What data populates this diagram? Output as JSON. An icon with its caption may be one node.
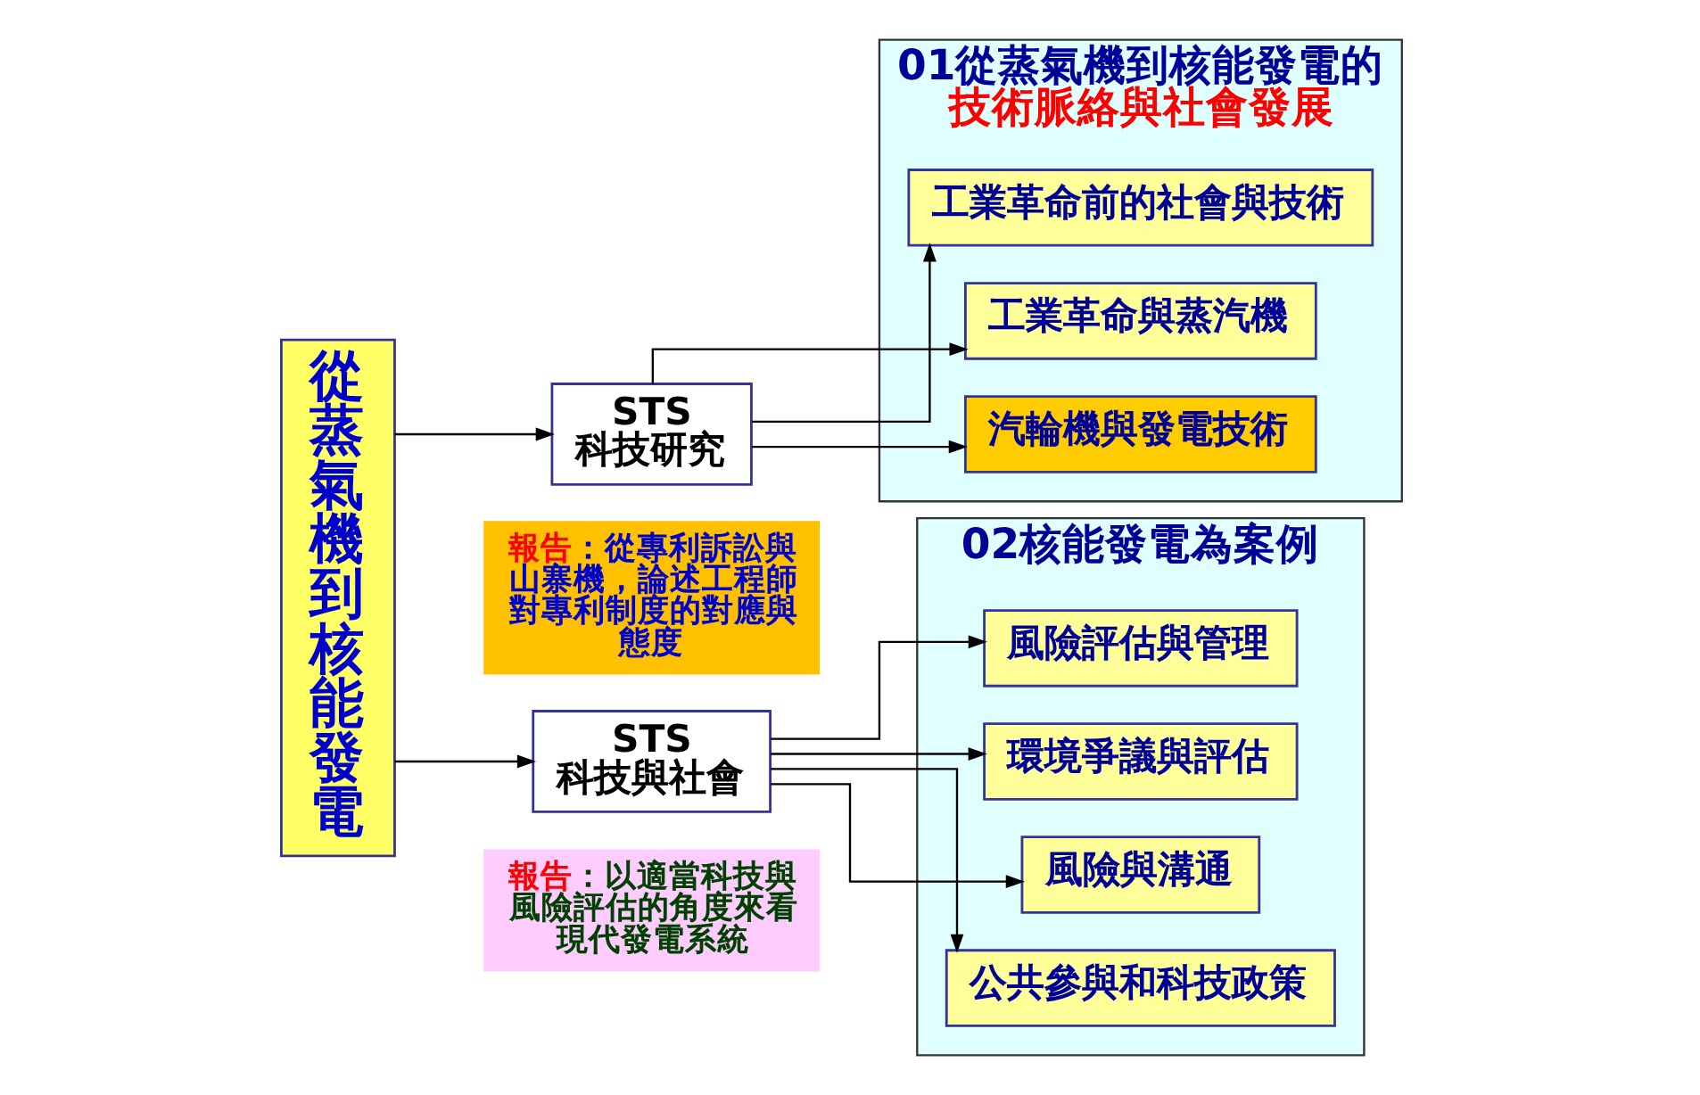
{
  "diagram": {
    "nodes": [
      {
        "text": [
          "從蒸氣機到核能發電"
        ]
      },
      {
        "text": [
          "STS 科技研究"
        ]
      },
      {
        "text": [
          "01從蒸氣機到核能發電的",
          "技術脈絡與社會發展"
        ]
      },
      {
        "text": [
          "工業革命前的社會與技術"
        ],
        "in": 2
      },
      {
        "text": [
          "工業革命與蒸汽機"
        ],
        "in": 2
      },
      {
        "text": [
          "汽輪機與發電技術"
        ],
        "in": 2
      },
      {
        "text": [
          "報告",
          "：從專利訴訟與山寨機，論述工程師對專利制度的對應與態度"
        ]
      },
      {
        "text": [
          "STS 科技與社會"
        ]
      },
      {
        "text": [
          "報告",
          "：以適當科技與風險評估的角度來看現代發電系統"
        ]
      },
      {
        "text": [
          "02核能發電為案例"
        ]
      },
      {
        "text": [
          "風險評估與管理"
        ],
        "in": 9
      },
      {
        "text": [
          "環境爭議與評估"
        ],
        "in": 9
      },
      {
        "text": [
          "風險與溝通"
        ],
        "in": 9
      },
      {
        "text": [
          "公共參與和科技政策"
        ],
        "in": 9
      }
    ],
    "edges": [
      {
        "from": 0,
        "to": 1,
        "arrow": "to"
      },
      {
        "from": 0,
        "to": 7,
        "arrow": "to"
      },
      {
        "from": 1,
        "to": 3,
        "arrow": "to"
      },
      {
        "from": 1,
        "to": 4,
        "arrow": "to"
      },
      {
        "from": 1,
        "to": 5,
        "arrow": "to"
      },
      {
        "from": 7,
        "to": 10,
        "arrow": "to"
      },
      {
        "from": 7,
        "to": 11,
        "arrow": "to"
      },
      {
        "from": 7,
        "to": 12,
        "arrow": "to"
      },
      {
        "from": 7,
        "to": 13,
        "arrow": "to"
      }
    ]
  }
}
